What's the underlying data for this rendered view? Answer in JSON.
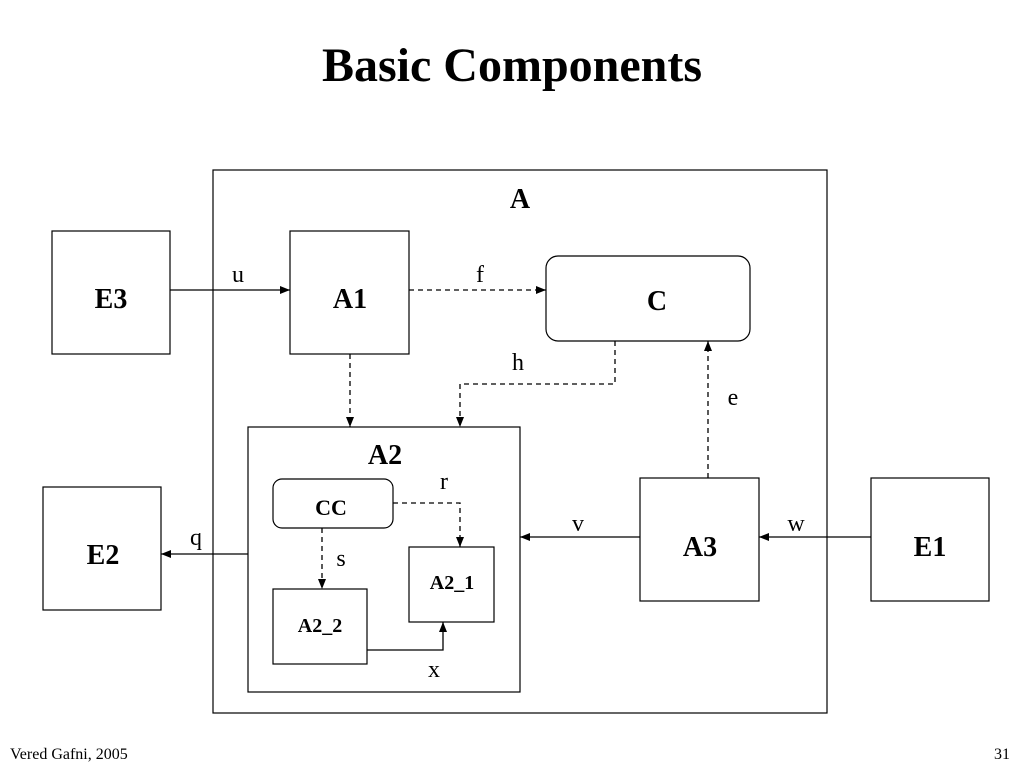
{
  "slide": {
    "title": "Basic Components",
    "author": "Vered Gafni, 2005",
    "page_number": "31"
  },
  "diagram": {
    "nodes": {
      "A": "A",
      "E3": "E3",
      "A1": "A1",
      "C": "C",
      "A2": "A2",
      "CC": "CC",
      "A2_1": "A2_1",
      "A2_2": "A2_2",
      "A3": "A3",
      "E1": "E1",
      "E2": "E2"
    },
    "edges": {
      "u": "u",
      "f": "f",
      "h": "h",
      "e": "e",
      "r": "r",
      "s": "s",
      "x": "x",
      "v": "v",
      "w": "w",
      "q": "q"
    },
    "line_styles": {
      "solid": [
        "u",
        "q",
        "x",
        "v",
        "w"
      ],
      "dashed": [
        "f",
        "h",
        "e",
        "r",
        "s",
        "A1-A2"
      ]
    },
    "colors": {
      "stroke": "#000000",
      "background": "#ffffff"
    }
  }
}
